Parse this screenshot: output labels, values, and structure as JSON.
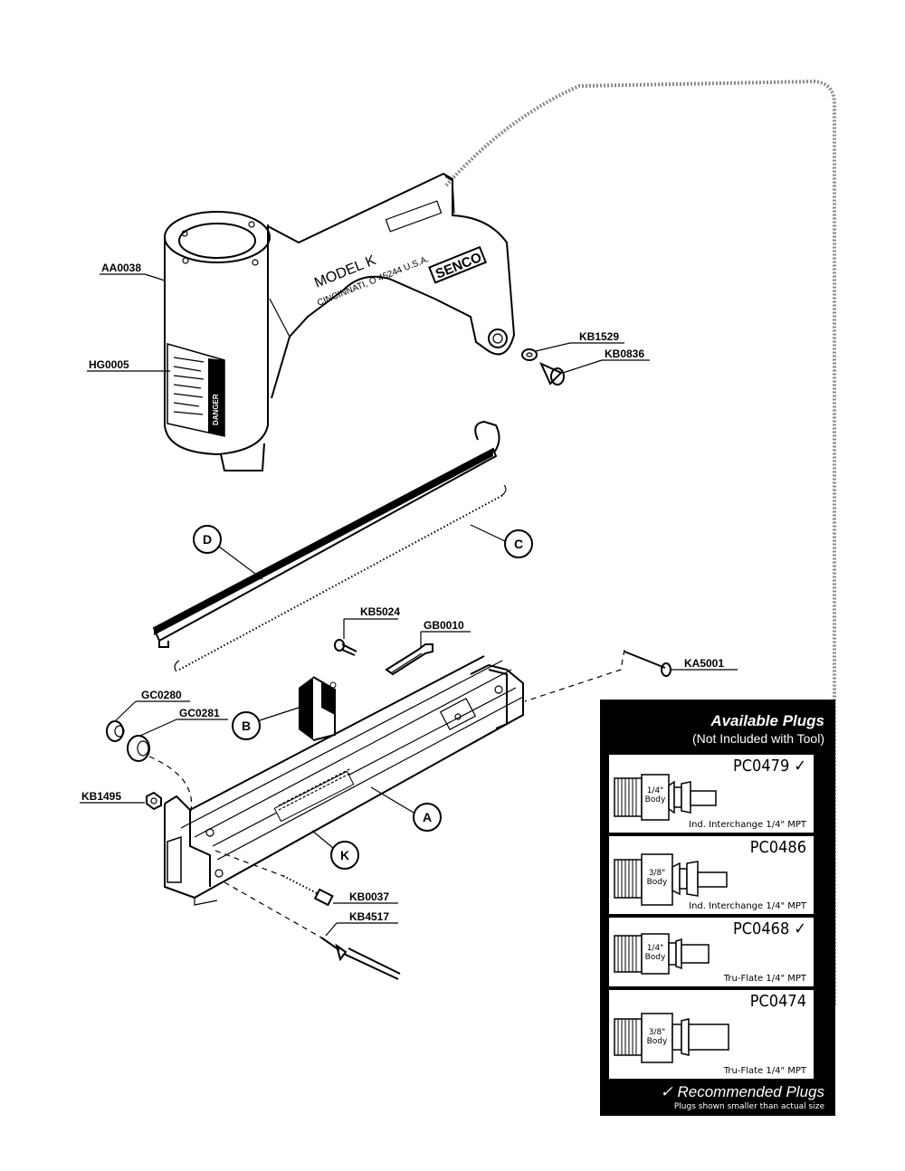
{
  "parts": {
    "AA0038": "AA0038",
    "HG0005": "HG0005",
    "KB1529": "KB1529",
    "KB0836": "KB0836",
    "KB5024": "KB5024",
    "GB0010": "GB0010",
    "KA5001": "KA5001",
    "GC0280": "GC0280",
    "GC0281": "GC0281",
    "KB1495": "KB1495",
    "KB0037": "KB0037",
    "KB4517": "KB4517"
  },
  "callouts": {
    "A": "A",
    "B": "B",
    "C": "C",
    "D": "D",
    "K": "K"
  },
  "tool": {
    "model": "MODEL K",
    "address": "CINCINNATI, O 45244  U.S.A.",
    "brand": "SENCO",
    "label": "DANGER"
  },
  "plugs_panel": {
    "title": "Available Plugs",
    "subtitle": "(Not Included with Tool)",
    "recommended_label": "✓ Recommended Plugs",
    "note": "Plugs shown smaller than actual size",
    "items": [
      {
        "code": "PC0479",
        "check": "✓",
        "body": "1/4\"\nBody",
        "description": "Ind. Interchange 1/4\" MPT"
      },
      {
        "code": "PC0486",
        "check": "",
        "body": "3/8\"\nBody",
        "description": "Ind. Interchange 1/4\" MPT"
      },
      {
        "code": "PC0468",
        "check": "✓",
        "body": "1/4\"\nBody",
        "description": "Tru-Flate 1/4\" MPT"
      },
      {
        "code": "PC0474",
        "check": "",
        "body": "3/8\"\nBody",
        "description": "Tru-Flate 1/4\" MPT"
      }
    ]
  }
}
